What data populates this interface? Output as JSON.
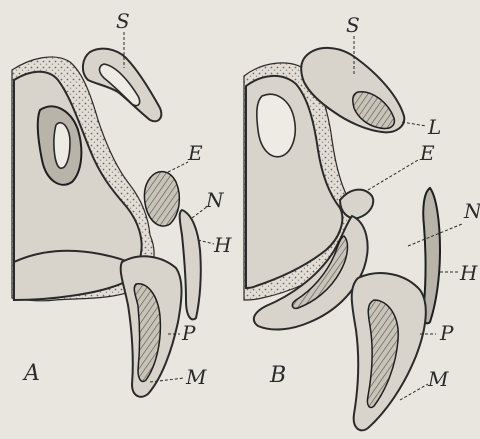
{
  "panels": [
    {
      "id": "A",
      "panel_label": "A",
      "labels": {
        "S": "S",
        "E": "E",
        "N": "N",
        "H": "H",
        "P": "P",
        "M": "M"
      }
    },
    {
      "id": "B",
      "panel_label": "B",
      "labels": {
        "S": "S",
        "L": "L",
        "E": "E",
        "N": "N",
        "H": "H",
        "P": "P",
        "M": "M"
      }
    }
  ]
}
